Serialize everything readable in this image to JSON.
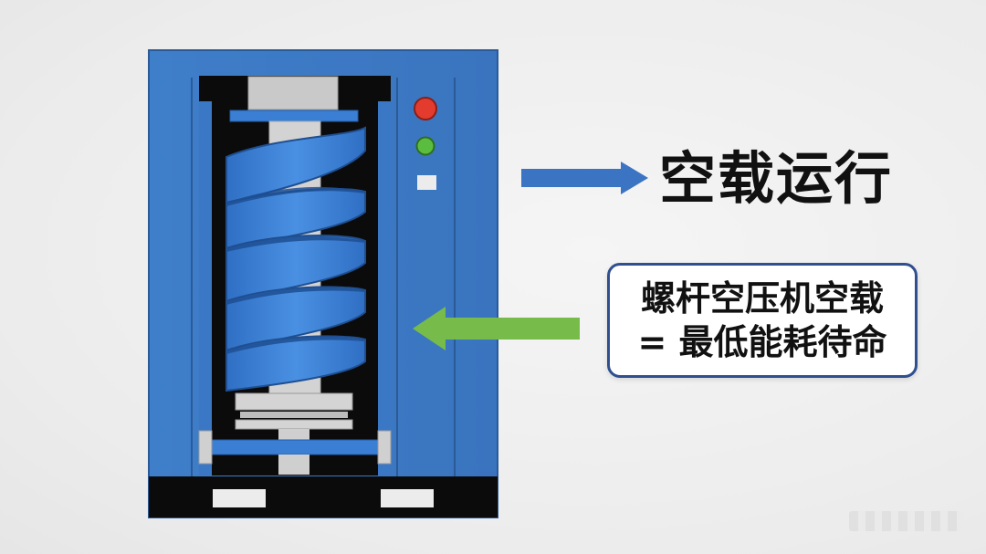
{
  "labels": {
    "idle_running": "空载运行",
    "callout_line1": "螺杆空压机空载",
    "callout_line2": "= 最低能耗待命"
  },
  "icons": {
    "blue_arrow": "arrow-right-icon",
    "green_arrow": "arrow-left-icon",
    "red_light": "status-light-red",
    "green_light": "status-light-green"
  },
  "colors": {
    "machine_blue": "#3a78c6",
    "screw_blue": "#3a7fd4",
    "arrow_blue": "#3c74c4",
    "arrow_green": "#77bb4a",
    "light_red": "#e33b2e",
    "light_green": "#5bbd3f",
    "callout_border": "#2f4f8f"
  }
}
